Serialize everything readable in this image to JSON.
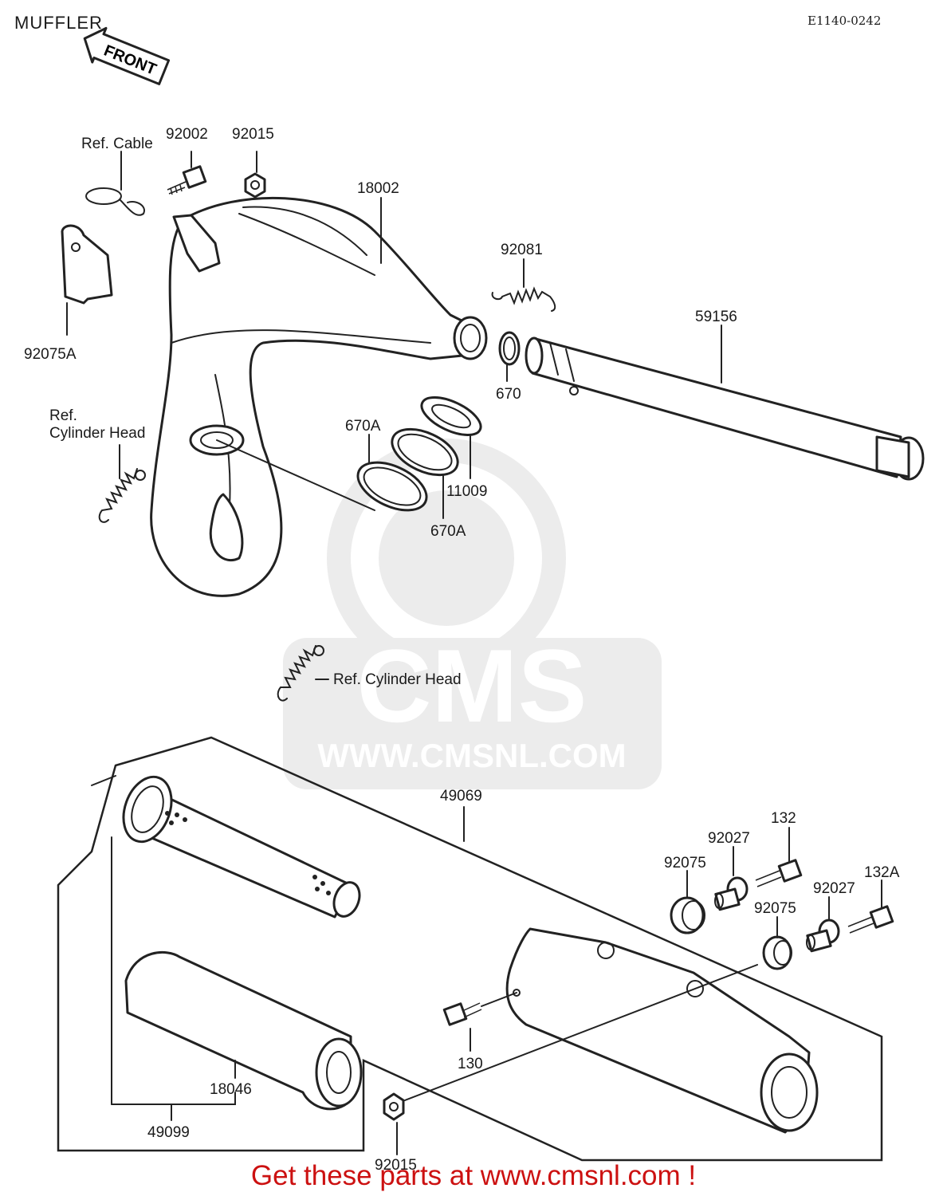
{
  "title": "MUFFLER",
  "diagram_code": "E1140-0242",
  "front_arrow_label": "FRONT",
  "watermark": {
    "logo_text": "CMS",
    "url_text": "WWW.CMSNL.COM"
  },
  "footer": {
    "text": "Get these parts at www.cmsnl.com !",
    "color": "#cc1111"
  },
  "labels": {
    "ref_cable": "Ref. Cable",
    "p92002": "92002",
    "p92015_top": "92015",
    "p18002": "18002",
    "p92081": "92081",
    "p59156": "59156",
    "p92075A": "92075A",
    "ref_cyl_head_1_line1": "Ref.",
    "ref_cyl_head_1_line2": "Cylinder Head",
    "p670A_top": "670A",
    "p11009": "11009",
    "p670A_bottom": "670A",
    "p670": "670",
    "ref_cyl_head_2": "Ref. Cylinder Head",
    "p49069": "49069",
    "p132": "132",
    "p92027_left": "92027",
    "p92075_left": "92075",
    "p132A": "132A",
    "p92027_right": "92027",
    "p92075_right": "92075",
    "p130": "130",
    "p18046": "18046",
    "p49099": "49099",
    "p92015_bottom": "92015"
  }
}
